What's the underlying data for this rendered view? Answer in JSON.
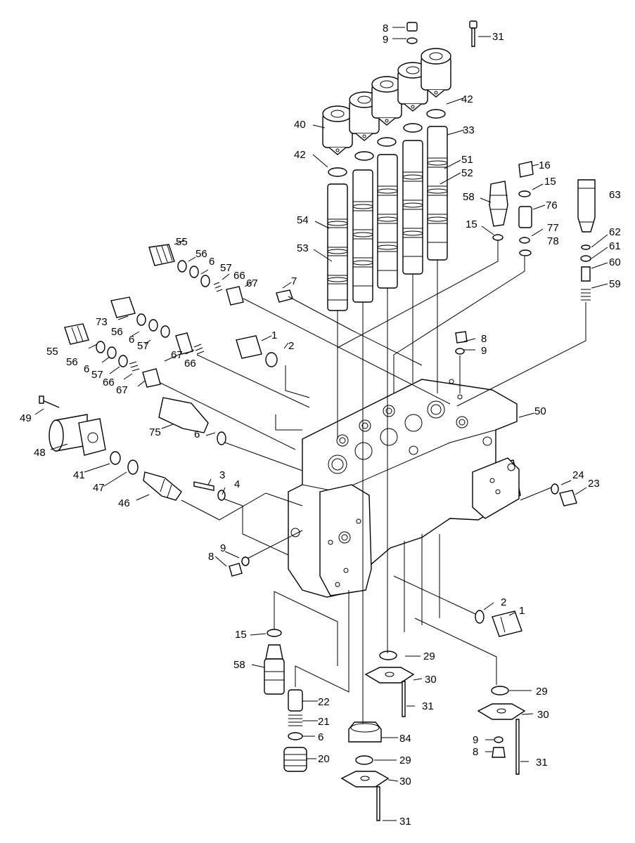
{
  "labels": [
    {
      "id": "l8a",
      "text": "8"
    },
    {
      "id": "l9a",
      "text": "9"
    },
    {
      "id": "l31a",
      "text": "31"
    },
    {
      "id": "l42a",
      "text": "42"
    },
    {
      "id": "l40",
      "text": "40"
    },
    {
      "id": "l33",
      "text": "33"
    },
    {
      "id": "l42b",
      "text": "42"
    },
    {
      "id": "l51",
      "text": "51"
    },
    {
      "id": "l52",
      "text": "52"
    },
    {
      "id": "l16",
      "text": "16"
    },
    {
      "id": "l15a",
      "text": "15"
    },
    {
      "id": "l63",
      "text": "63"
    },
    {
      "id": "l58a",
      "text": "58"
    },
    {
      "id": "l76",
      "text": "76"
    },
    {
      "id": "l54",
      "text": "54"
    },
    {
      "id": "l15b",
      "text": "15"
    },
    {
      "id": "l77",
      "text": "77"
    },
    {
      "id": "l78",
      "text": "78"
    },
    {
      "id": "l62",
      "text": "62"
    },
    {
      "id": "l61",
      "text": "61"
    },
    {
      "id": "l55a",
      "text": "55"
    },
    {
      "id": "l56a",
      "text": "56"
    },
    {
      "id": "l6a",
      "text": "6"
    },
    {
      "id": "l53",
      "text": "53"
    },
    {
      "id": "l57a",
      "text": "57"
    },
    {
      "id": "l66a",
      "text": "66"
    },
    {
      "id": "l60",
      "text": "60"
    },
    {
      "id": "l7",
      "text": "7"
    },
    {
      "id": "l67a",
      "text": "67"
    },
    {
      "id": "l59",
      "text": "59"
    },
    {
      "id": "l73",
      "text": "73"
    },
    {
      "id": "l56b",
      "text": "56"
    },
    {
      "id": "l6b",
      "text": "6"
    },
    {
      "id": "l1a",
      "text": "1"
    },
    {
      "id": "l57b",
      "text": "57"
    },
    {
      "id": "l8b",
      "text": "8"
    },
    {
      "id": "l2a",
      "text": "2"
    },
    {
      "id": "l9b",
      "text": "9"
    },
    {
      "id": "l55b",
      "text": "55"
    },
    {
      "id": "l67b",
      "text": "67"
    },
    {
      "id": "l66b",
      "text": "66"
    },
    {
      "id": "l56c",
      "text": "56"
    },
    {
      "id": "l6c",
      "text": "6"
    },
    {
      "id": "l57c",
      "text": "57"
    },
    {
      "id": "l66c",
      "text": "66"
    },
    {
      "id": "l67c",
      "text": "67"
    },
    {
      "id": "l49",
      "text": "49"
    },
    {
      "id": "l50",
      "text": "50"
    },
    {
      "id": "l75",
      "text": "75"
    },
    {
      "id": "l48",
      "text": "48"
    },
    {
      "id": "l6d",
      "text": "6"
    },
    {
      "id": "l41",
      "text": "41"
    },
    {
      "id": "l47",
      "text": "47"
    },
    {
      "id": "l3",
      "text": "3"
    },
    {
      "id": "l24",
      "text": "24"
    },
    {
      "id": "l23",
      "text": "23"
    },
    {
      "id": "l4",
      "text": "4"
    },
    {
      "id": "l46",
      "text": "46"
    },
    {
      "id": "l9c",
      "text": "9"
    },
    {
      "id": "l8c",
      "text": "8"
    },
    {
      "id": "l2b",
      "text": "2"
    },
    {
      "id": "l1b",
      "text": "1"
    },
    {
      "id": "l15c",
      "text": "15"
    },
    {
      "id": "l29a",
      "text": "29"
    },
    {
      "id": "l58b",
      "text": "58"
    },
    {
      "id": "l30a",
      "text": "30"
    },
    {
      "id": "l29b",
      "text": "29"
    },
    {
      "id": "l22",
      "text": "22"
    },
    {
      "id": "l31b",
      "text": "31"
    },
    {
      "id": "l30b",
      "text": "30"
    },
    {
      "id": "l21",
      "text": "21"
    },
    {
      "id": "l6e",
      "text": "6"
    },
    {
      "id": "l84",
      "text": "84"
    },
    {
      "id": "l9d",
      "text": "9"
    },
    {
      "id": "l8d",
      "text": "8"
    },
    {
      "id": "l20",
      "text": "20"
    },
    {
      "id": "l29c",
      "text": "29"
    },
    {
      "id": "l31c",
      "text": "31"
    },
    {
      "id": "l30c",
      "text": "30"
    },
    {
      "id": "l31d",
      "text": "31"
    }
  ]
}
